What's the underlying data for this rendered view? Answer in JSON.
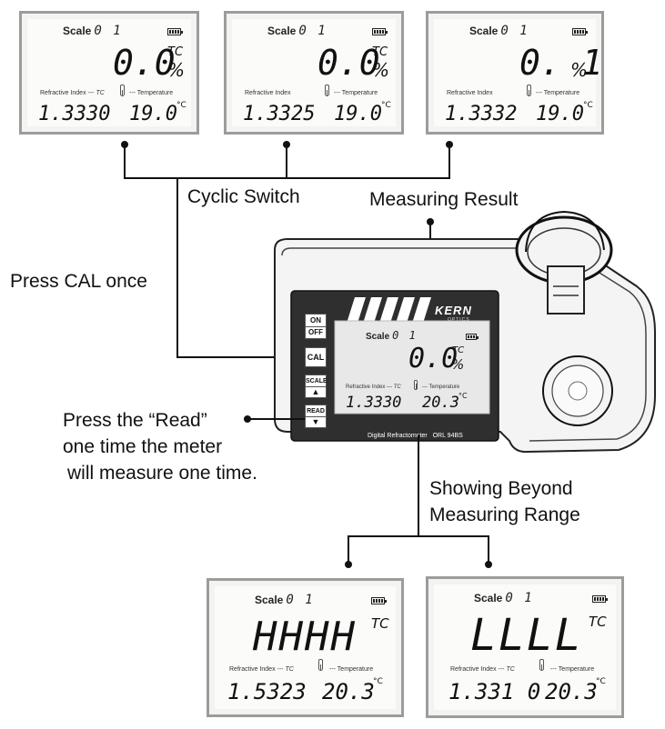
{
  "displays": {
    "top_left": {
      "scale_label": "Scale",
      "scale_num": "0 1",
      "main": "0.0",
      "main_unit": "%",
      "tc": "TC",
      "ri_label": "Refractive Index ---",
      "ri_tc": "TC",
      "temp_label": "--- Temperature",
      "ri_value": "1.3330",
      "temp_value": "19.0",
      "temp_unit": "°C"
    },
    "top_mid": {
      "scale_label": "Scale",
      "scale_num": "0 1",
      "main": "0.0",
      "main_unit": "%",
      "tc": "TC",
      "ri_label": "Refractive Index",
      "temp_label": "--- Temperature",
      "ri_value": "1.3325",
      "temp_value": "19.0",
      "temp_unit": "°C"
    },
    "top_right": {
      "scale_label": "Scale",
      "scale_num": "0 1",
      "main": "0. 1",
      "main_unit": "%",
      "ri_label": "Refractive Index",
      "temp_label": "--- Temperature",
      "ri_value": "1.3332",
      "temp_value": "19.0",
      "temp_unit": "°C"
    },
    "device": {
      "scale_label": "Scale",
      "scale_num": "0 1",
      "main": "0.0",
      "main_unit": "%",
      "tc": "TC",
      "ri_label": "Refractive Index ---",
      "ri_tc": "TC",
      "temp_label": "--- Temperature",
      "ri_value": "1.3330",
      "temp_value": "20.3",
      "temp_unit": "°C"
    },
    "bottom_left": {
      "scale_label": "Scale",
      "scale_num": "0 1",
      "main": "HHHH",
      "tc": "TC",
      "ri_label": "Refractive Index ---",
      "ri_tc": "TC",
      "temp_label": "--- Temperature",
      "ri_value": "1.5323",
      "temp_value": "20.3",
      "temp_unit": "°C"
    },
    "bottom_right": {
      "scale_label": "Scale",
      "scale_num": "0 1",
      "main": "LLLL",
      "tc": "TC",
      "ri_label": "Refractive Index ---",
      "ri_tc": "TC",
      "temp_label": "--- Temperature",
      "ri_value": "1.331 0",
      "temp_value": "20.3",
      "temp_unit": "°C"
    }
  },
  "labels": {
    "cyclic_switch": "Cyclic Switch",
    "measuring_result": "Measuring Result",
    "press_cal": "Press CAL once",
    "press_read_1": "Press the “Read”",
    "press_read_2": "one time the meter",
    "press_read_3": "will measure one time.",
    "beyond_1": "Showing Beyond",
    "beyond_2": "Measuring Range"
  },
  "device": {
    "brand": "KERN",
    "brand_sub": "OPTICS",
    "model_text": "Digital Refractometer",
    "model_code": "ORL 94BS",
    "buttons": {
      "on": "ON",
      "off": "OFF",
      "cal": "CAL",
      "scale": "SCALE",
      "scale_arrow": "▲",
      "read": "READ",
      "read_arrow": "▼"
    },
    "body_color": "#f2f2f2",
    "panel_color": "#2f2f2f"
  }
}
